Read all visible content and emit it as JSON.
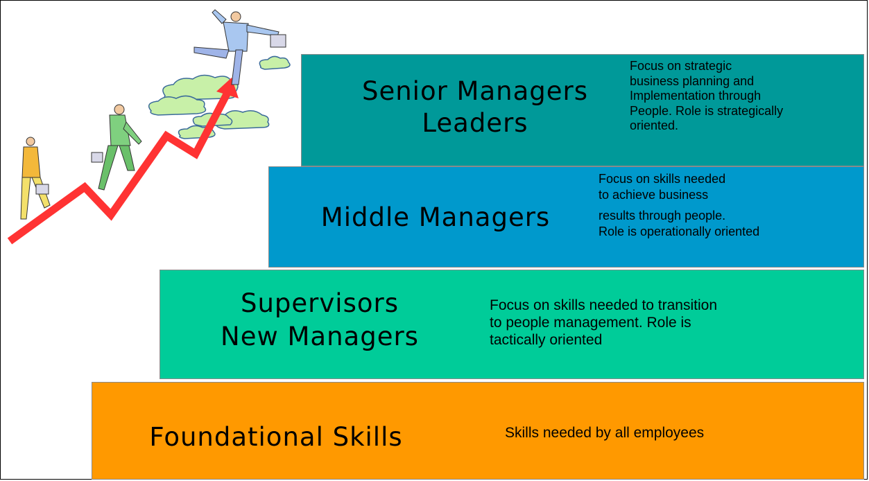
{
  "colors": {
    "senior": "#009999",
    "middle": "#0099cc",
    "supervisors": "#00cc99",
    "foundational": "#ff9900",
    "arrow": "#ff3333"
  },
  "tiers": {
    "senior": {
      "title_lines": [
        "Senior Managers",
        "Leaders"
      ],
      "desc_lines": [
        "Focus on strategic",
        "business planning and",
        "Implementation through",
        "People.  Role is strategically",
        "oriented."
      ]
    },
    "middle": {
      "title_lines": [
        "Middle Managers"
      ],
      "desc_lines": [
        "Focus on skills needed",
        "to achieve business",
        "results through people.",
        "Role is operationally oriented"
      ]
    },
    "supervisors": {
      "title_lines": [
        "Supervisors",
        "New Managers"
      ],
      "desc_lines": [
        "Focus on skills needed to transition",
        "to people management.  Role is",
        "tactically oriented"
      ]
    },
    "foundational": {
      "title_lines": [
        "Foundational Skills"
      ],
      "desc_lines": [
        "Skills needed by all employees"
      ]
    }
  },
  "illustration": {
    "icons": [
      "rising-arrow-icon",
      "climbing-businessman-icon",
      "cloud-icon",
      "briefcase-icon"
    ]
  }
}
